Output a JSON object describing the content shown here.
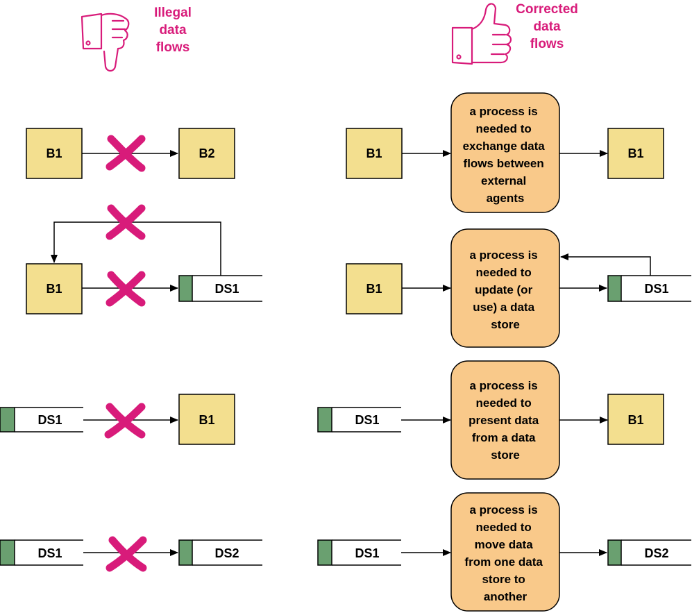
{
  "headers": {
    "illegal": [
      "Illegal",
      "data",
      "flows"
    ],
    "corrected": [
      "Corrected",
      "data",
      "flows"
    ]
  },
  "icons": {
    "illegal": "thumbs-down-icon",
    "corrected": "thumbs-up-icon",
    "illegal_marker": "x-cross-icon"
  },
  "colors": {
    "entity_fill": "#f3df8f",
    "process_fill": "#f9c98a",
    "store_tab": "#6aa070",
    "cross": "#d81b7a",
    "heading": "#d81b7a"
  },
  "rows": [
    {
      "illegal": {
        "source": "B1",
        "target": "B2"
      },
      "corrected": {
        "source": "B1",
        "process": [
          "a process is",
          "needed to",
          "exchange data",
          "flows between",
          "external",
          "agents"
        ],
        "target": "B1"
      }
    },
    {
      "illegal": {
        "source": "B1",
        "target": "DS1"
      },
      "corrected": {
        "source": "B1",
        "process": [
          "a process is",
          "needed to",
          "update (or",
          "use) a data",
          "store"
        ],
        "target": "DS1"
      }
    },
    {
      "illegal": {
        "source": "DS1",
        "target": "B1"
      },
      "corrected": {
        "source": "DS1",
        "process": [
          "a process is",
          "needed to",
          "present data",
          "from a data",
          "store"
        ],
        "target": "B1"
      }
    },
    {
      "illegal": {
        "source": "DS1",
        "target": "DS2"
      },
      "corrected": {
        "source": "DS1",
        "process": [
          "a process is",
          "needed to",
          "move data",
          "from one data",
          "store to",
          "another"
        ],
        "target": "DS2"
      }
    }
  ]
}
